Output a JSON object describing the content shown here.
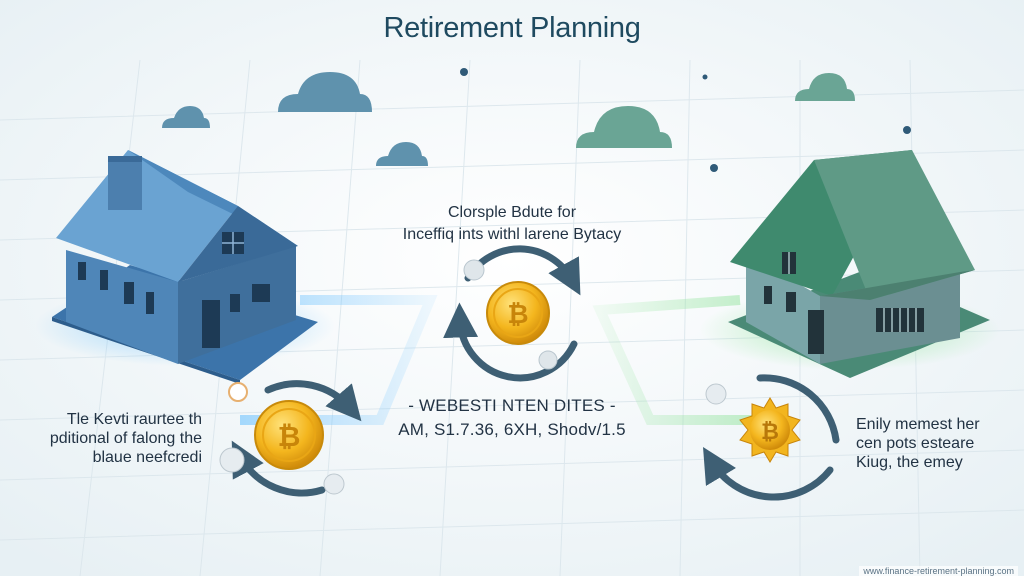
{
  "title": "Retirement Planning",
  "center_top": {
    "line1": "Clorsple Bdute for",
    "line2": "Inceffiq ints withl larene Bytacy"
  },
  "center_mid": {
    "line1": "-  WEBESTI NTEN DITES  -",
    "line2": "AM, S1.7.36, 6XH, Shodv/1.5"
  },
  "left_text": {
    "line1": "Tle Kevti raurtee th",
    "line2": "pditional of falong the",
    "line3": "blaue neefcredi"
  },
  "right_text": {
    "line1": "Enily memest her",
    "line2": "cen pots esteare",
    "line3": "Kiug, the emey"
  },
  "footer": "www.finance-retirement-planning.com",
  "icons": {
    "left_house": "house-icon",
    "right_house": "house-icon",
    "coins": "bitcoin-coin-icon",
    "cycle": "cycle-arrows-icon",
    "clouds": "cloud-icon"
  },
  "colors": {
    "title": "#1f4a60",
    "blue_house": "#4f86b8",
    "green_house": "#5f9a86",
    "coin_gold": "#f2b51e",
    "arrow": "#3e5f74",
    "cloud_blue": "#5f92ad",
    "cloud_green": "#6aa595"
  }
}
